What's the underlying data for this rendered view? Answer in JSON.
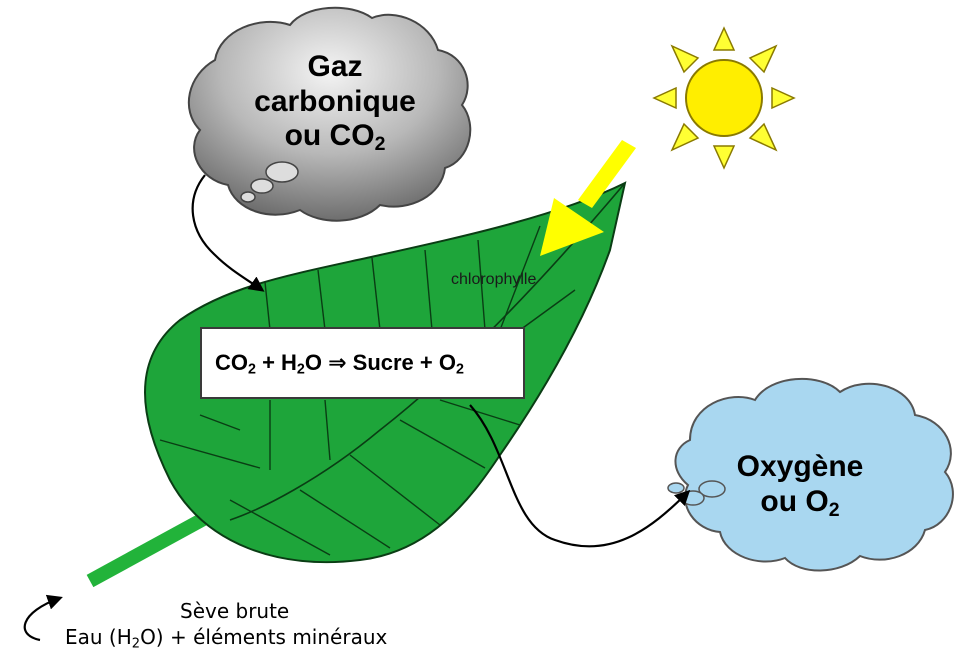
{
  "clouds": {
    "co2": {
      "line1": "Gaz",
      "line2": "carbonique",
      "line3_prefix": "ou CO",
      "line3_sub": "2"
    },
    "o2": {
      "line1": "Oxygène",
      "line2_prefix": "ou O",
      "line2_sub": "2"
    }
  },
  "leaf": {
    "label": "chlorophylle",
    "equation": {
      "co": "CO",
      "co_sub": "2",
      "plus1": " + H",
      "h_sub": "2",
      "o_arrow": "O ⇒ Sucre  + O",
      "o_sub": "2"
    }
  },
  "sap": {
    "title": "Sève brute",
    "line_prefix": "Eau (H",
    "line_sub": "2",
    "line_suffix": "O) + éléments minéraux"
  },
  "colors": {
    "leaf": "#1ea53a",
    "sun": "#ffee00",
    "sun_ray": "#ffff33",
    "co2_cloud": "#9a9a9a",
    "o2_cloud": "#a9d7f0",
    "sap_stem": "#22b33a"
  },
  "icons": [
    "sun-icon",
    "co2-cloud",
    "o2-cloud",
    "leaf",
    "sunlight-arrow"
  ]
}
